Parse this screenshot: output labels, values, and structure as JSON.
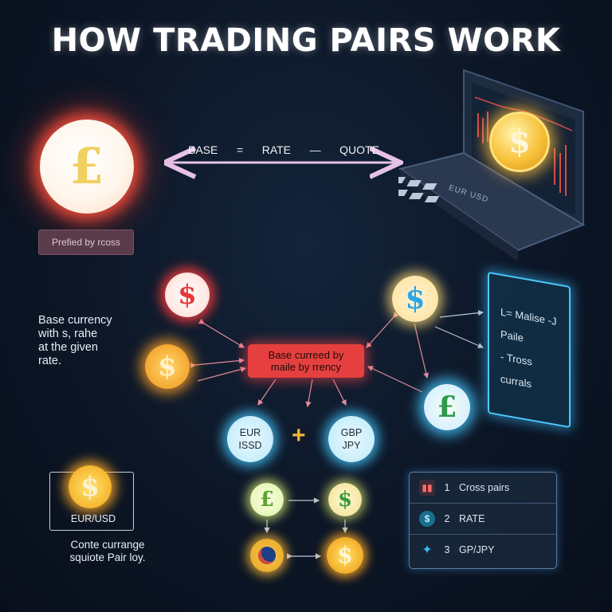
{
  "title": "HOW TRADING PAIRS WORK",
  "equation": {
    "base": "BASE",
    "eq": "=",
    "rate": "RATE",
    "dash": "—",
    "quote": "QUOTE"
  },
  "prefix_box": "Prefied by rcoss",
  "laptop": {
    "label": "EUR USD"
  },
  "glyphs": {
    "pound": "£",
    "dollar": "$"
  },
  "left_description": [
    "Base currency",
    "with s, rahe",
    "at the given",
    "rate."
  ],
  "center_box": [
    "Base curreed by",
    "maile by rrency"
  ],
  "right_card": [
    "L= Malise -J",
    "Paile",
    "- Tross",
    "currals"
  ],
  "pair_left": [
    "EUR",
    "ISSD"
  ],
  "pair_right": [
    "GBP",
    "JPY"
  ],
  "plus": "+",
  "eurusd_label": "EUR/USD",
  "bottom_description": [
    "Conte currange",
    "squiote Pair loy."
  ],
  "list": [
    {
      "icon": "chart-icon",
      "num": "1",
      "label": "Cross pairs"
    },
    {
      "icon": "dollar-badge-icon",
      "num": "2",
      "label": "RATE"
    },
    {
      "icon": "bird-icon",
      "num": "3",
      "label": "GP/JPY"
    }
  ],
  "colors": {
    "background": "#0c1626",
    "red_glow": "#ff3c3c",
    "gold": "#f6b630",
    "cyan_glow": "#46c8ff",
    "center_box": "#e5403f"
  }
}
